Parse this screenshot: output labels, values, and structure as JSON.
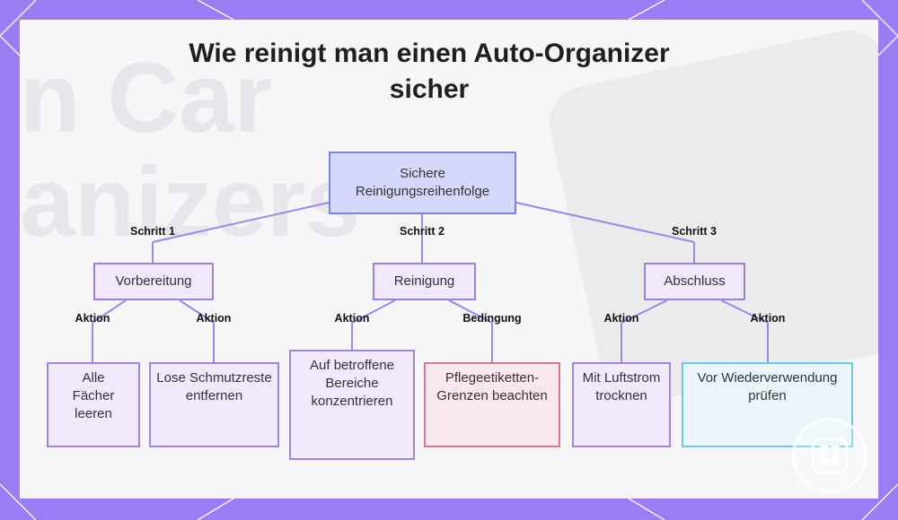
{
  "title": "Wie reinigt man einen Auto-Organizer sicher",
  "background_text": [
    "n Car",
    "anizers"
  ],
  "root": {
    "label": "Sichere Reinigungsreihenfolge"
  },
  "steps": [
    {
      "edge_label": "Schritt 1",
      "label": "Vorbereitung"
    },
    {
      "edge_label": "Schritt 2",
      "label": "Reinigung"
    },
    {
      "edge_label": "Schritt 3",
      "label": "Abschluss"
    }
  ],
  "leaves": [
    {
      "edge_label": "Aktion",
      "label": "Alle Fächer leeren"
    },
    {
      "edge_label": "Aktion",
      "label": "Lose Schmutzreste entfernen"
    },
    {
      "edge_label": "Aktion",
      "label": "Auf betroffene Bereiche konzentrieren"
    },
    {
      "edge_label": "Bedingung",
      "label": "Pflegeetiketten-Grenzen beachten"
    },
    {
      "edge_label": "Aktion",
      "label": "Mit Luftstrom trocknen"
    },
    {
      "edge_label": "Aktion",
      "label": "Vor Wiederverwendung prüfen"
    }
  ],
  "colors": {
    "frame": "#9b7cf2",
    "connector": "#a184e6",
    "root_fill": "#d5d8fb",
    "node_fill": "#f0e8fd",
    "condition_border": "#d67b8c",
    "check_border": "#6fc7e3"
  },
  "icons": {
    "logo": "app-logo-icon"
  }
}
